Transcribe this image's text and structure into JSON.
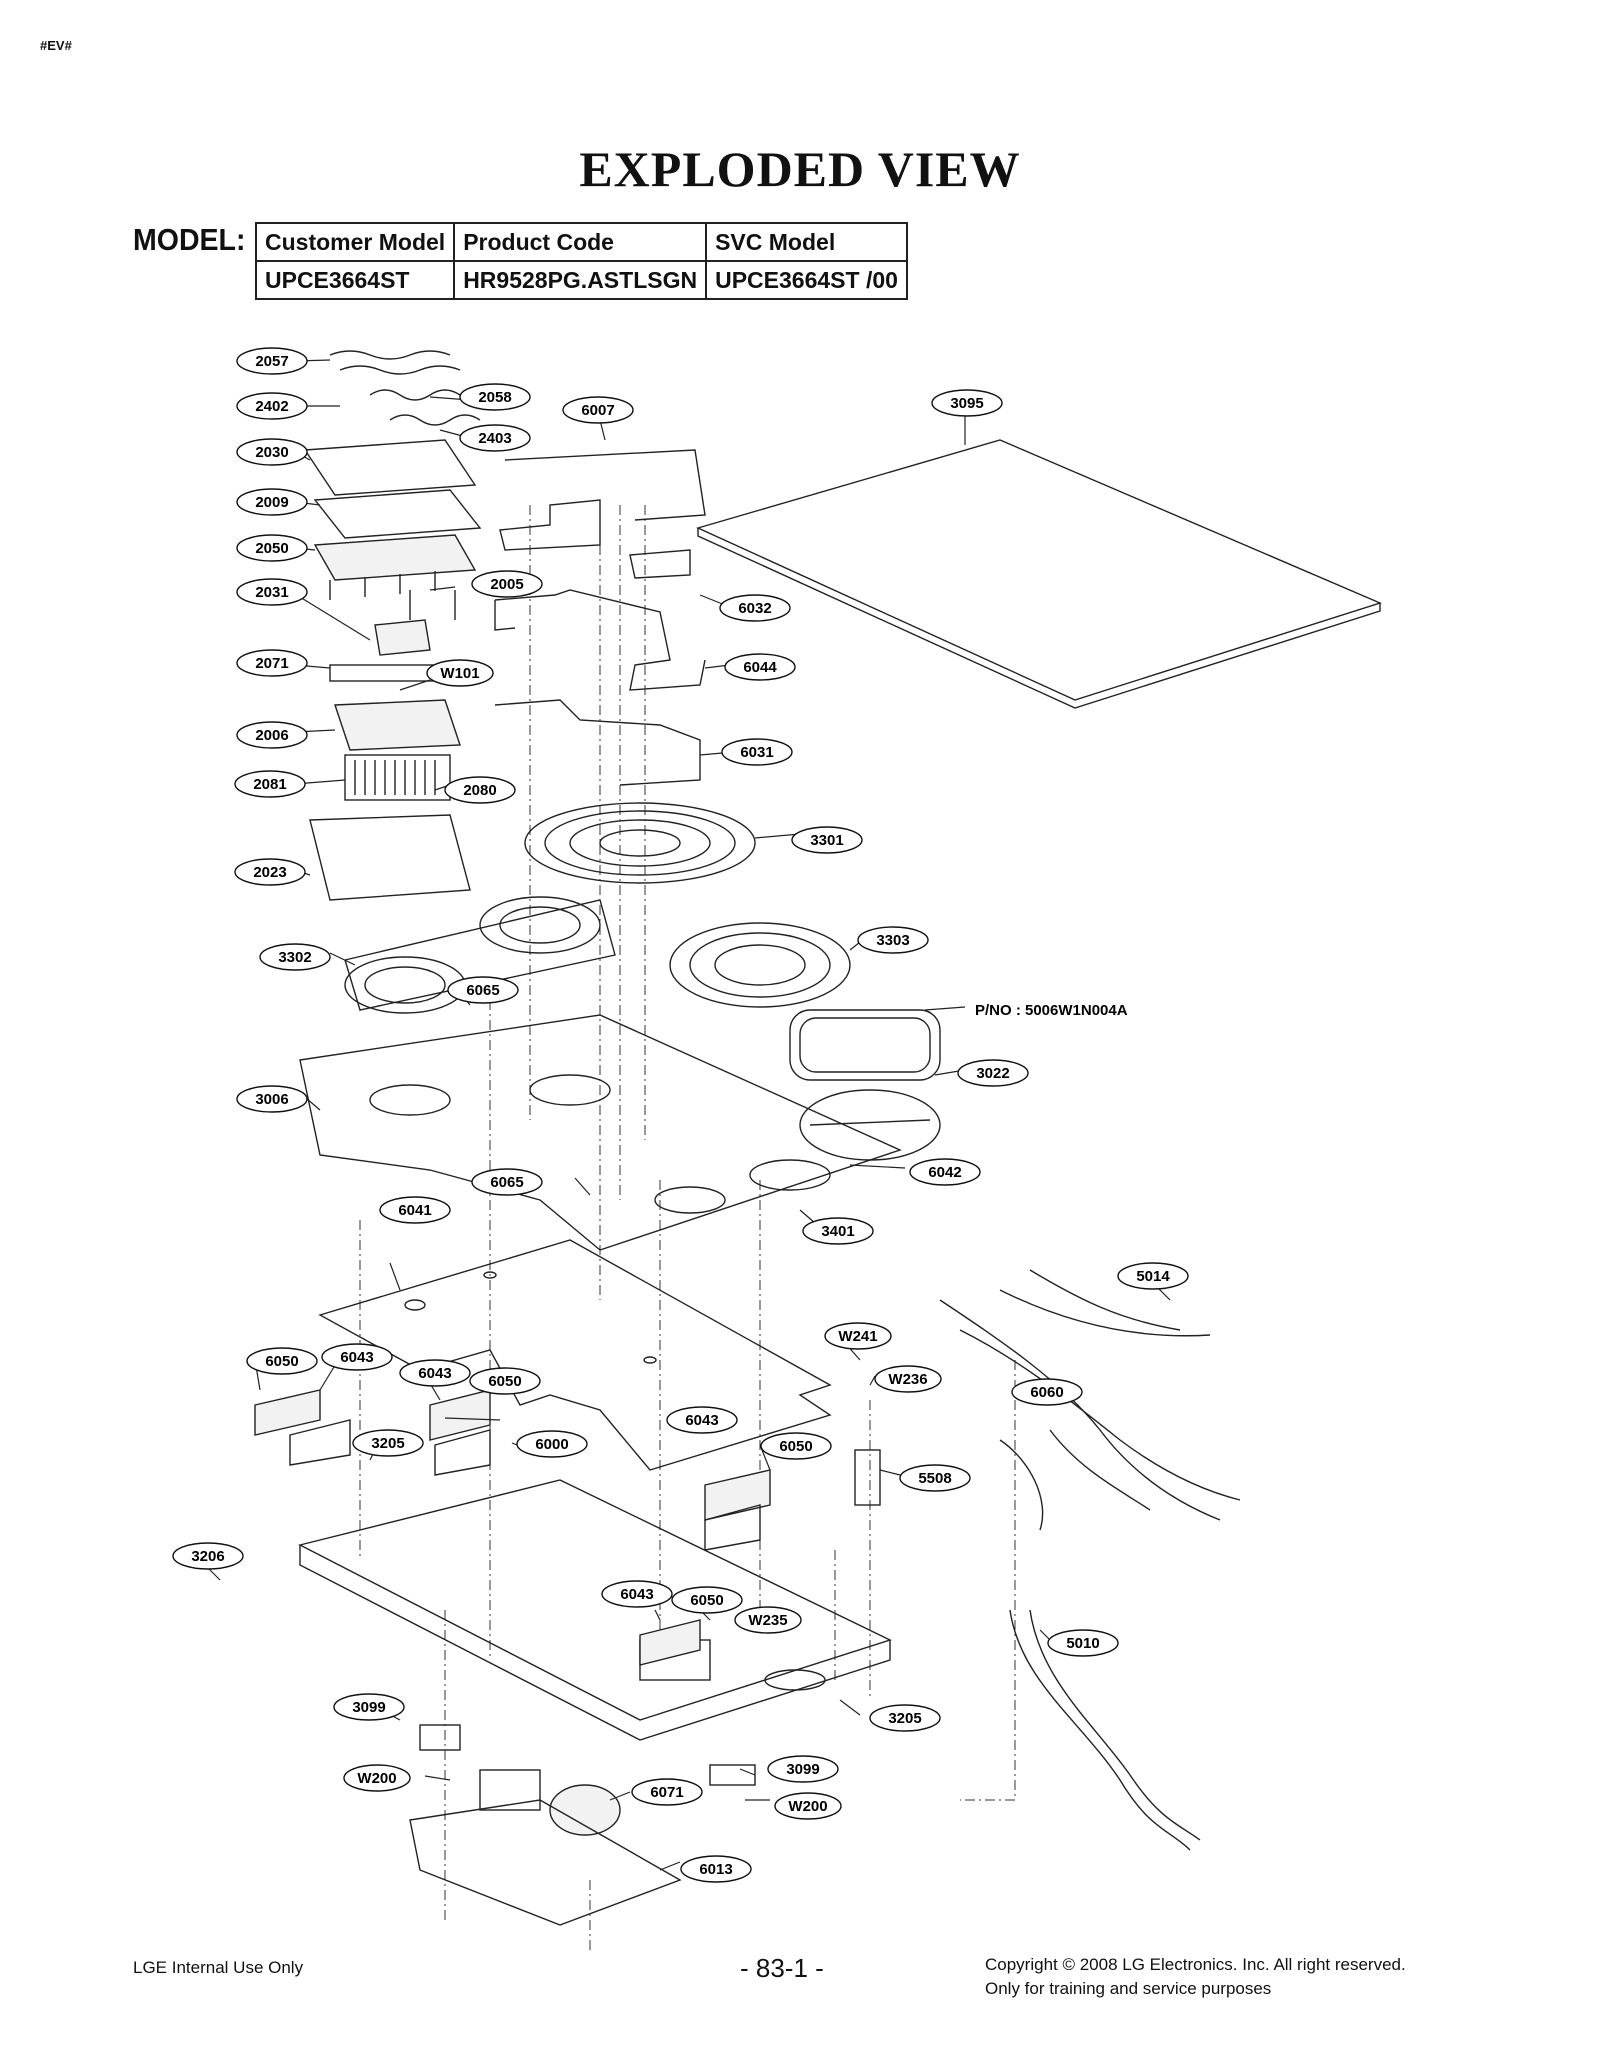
{
  "header": {
    "tag": "#EV#",
    "title": "EXPLODED VIEW"
  },
  "model": {
    "label": "MODEL:",
    "headers": [
      "Customer Model",
      "Product Code",
      "SVC Model"
    ],
    "values": [
      "UPCE3664ST",
      "HR9528PG.ASTLSGN",
      "UPCE3664ST /00"
    ]
  },
  "callouts": {
    "c2057": "2057",
    "c2402": "2402",
    "c2058": "2058",
    "c2403": "2403",
    "c2030": "2030",
    "c2009": "2009",
    "c2050": "2050",
    "c2005": "2005",
    "c2031": "2031",
    "c2071": "2071",
    "cW101": "W101",
    "c2006": "2006",
    "c2081": "2081",
    "c2080": "2080",
    "c2023": "2023",
    "c6007": "6007",
    "c3095": "3095",
    "c6032": "6032",
    "c6044": "6044",
    "c6031": "6031",
    "c3301": "3301",
    "c3302": "3302",
    "c3303": "3303",
    "c6065a": "6065",
    "c3022": "3022",
    "c3006": "3006",
    "c6065b": "6065",
    "c6042": "6042",
    "c3401": "3401",
    "c6041": "6041",
    "c5014": "5014",
    "cW241": "W241",
    "cW236": "W236",
    "c6060": "6060",
    "c6050a": "6050",
    "c6043a": "6043",
    "c6043b": "6043",
    "c6050b": "6050",
    "c6000": "6000",
    "c6043c": "6043",
    "c6050c": "6050",
    "c3205a": "3205",
    "c5508": "5508",
    "c3206": "3206",
    "c6043d": "6043",
    "c6050d": "6050",
    "cW235": "W235",
    "c5010": "5010",
    "c3099a": "3099",
    "c3205b": "3205",
    "cW200a": "W200",
    "c6071": "6071",
    "c3099b": "3099",
    "cW200b": "W200",
    "c6013": "6013"
  },
  "pno": "P/NO : 5006W1N004A",
  "footer": {
    "left": "LGE Internal Use Only",
    "page": "- 83-1 -",
    "copyright": "Copyright © 2008 LG Electronics. Inc. All right reserved.",
    "purpose": "Only for training and service purposes"
  }
}
